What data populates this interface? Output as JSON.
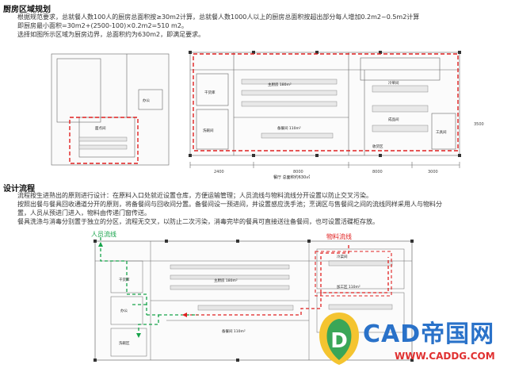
{
  "section1": {
    "title": "厨房区域规划",
    "lines": [
      "根据规范要求，总就餐人数100人的厨房总面积按≥30m2计算，总就餐人数1000人以上的厨房总面积按超出部分每人增加0.2m2~0.5m2计算",
      "即厨房最小面积=30m2+(2500-100)×0.2m2=510 m2。",
      "选择如图所示区域为厨房边界，总面积约为630m2，即满足要求。"
    ]
  },
  "plan1": {
    "rooms": {
      "main_kitchen": "主厨房 180m²",
      "prep_room": "备餐间 110m²",
      "cold_room": "冷荤间",
      "dry_store": "干货库",
      "dish_wash": "洗碗间",
      "office": "办公",
      "bread": "面点间",
      "finish": "成品间",
      "receive": "收货区",
      "tool": "工具间"
    },
    "bottom_label": "餐厅 总面积约630㎡",
    "dims": [
      "2400",
      "8000",
      "8000",
      "3000",
      "3500"
    ]
  },
  "section2": {
    "title": "设计流程",
    "lines": [
      "流程按生进熟出的原则进行设计：在原料入口处就近设置仓库，方便运输管理；人员流线与物料流线分开设置以防止交叉污染。",
      "按照出餐与餐具回收通道分开的原则，将备餐间与回收间分置。备餐间设一预进间，并设置感应洗手池；烹调区与售餐间之间的流线同样采用人与物料分",
      "置，人员从预进门进入，物料由传递门窗传送。",
      "餐具洗涤与消毒分别置于独立的分区，流程无交叉，以防止二次污染，消毒完毕的餐具可直接送往备餐间，也可设置活碟柜存放。"
    ]
  },
  "plan2": {
    "person_flow": "人员流线",
    "material_flow": "物料流线",
    "rooms": {
      "main_kitchen": "主厨房 180m²",
      "prep_room": "备餐间 110m²",
      "cold_room": "冷菜间",
      "finish": "加工区 110m²",
      "dry": "干货库",
      "office": "办公",
      "wash": "洗碗区"
    }
  },
  "watermark": {
    "brand": "CAD帝国网",
    "url": "WWW.CADDG.COM"
  },
  "colors": {
    "red_dash": "#e02020",
    "green_flow": "#16a34a",
    "wall": "#444444",
    "wm_blue": "#2a72c9"
  }
}
